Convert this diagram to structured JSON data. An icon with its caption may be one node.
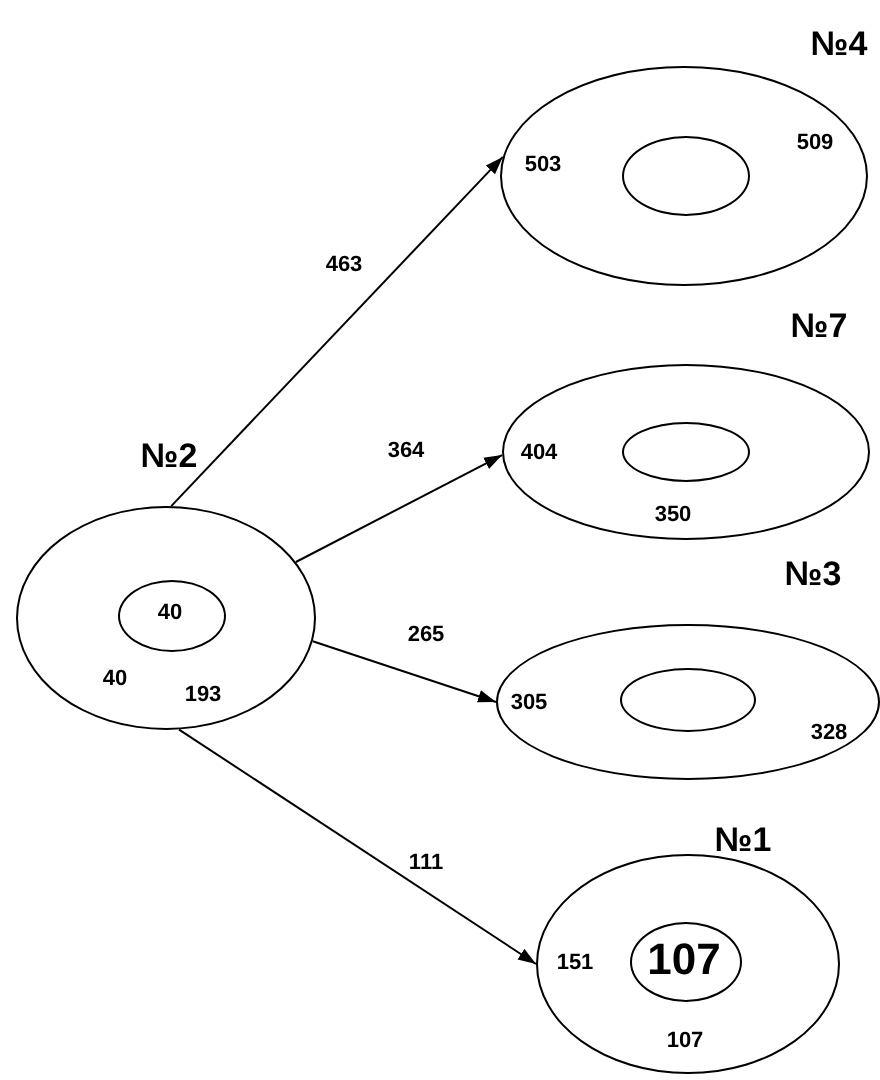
{
  "diagram": {
    "nodes": [
      {
        "text": [
          "№2",
          "40",
          "193"
        ]
      },
      {
        "text": [
          "40"
        ],
        "in": 0
      },
      {
        "text": [
          "№4",
          "503",
          "509"
        ]
      },
      {
        "text": [],
        "shape": "ellipse",
        "in": 2
      },
      {
        "text": [
          "№7",
          "404",
          "350"
        ]
      },
      {
        "text": [],
        "shape": "ellipse",
        "in": 4
      },
      {
        "text": [
          "№3",
          "305",
          "328"
        ]
      },
      {
        "text": [],
        "shape": "ellipse",
        "in": 6
      },
      {
        "text": [
          "№1",
          "151",
          "107"
        ]
      },
      {
        "text": [
          "107"
        ],
        "in": 8
      }
    ],
    "edges": [
      {
        "from": 0,
        "to": 2,
        "arrow": "to",
        "label": "463"
      },
      {
        "from": 0,
        "to": 4,
        "arrow": "to",
        "label": "364"
      },
      {
        "from": 0,
        "to": 6,
        "arrow": "to",
        "label": "265"
      },
      {
        "from": 0,
        "to": 8,
        "arrow": "to",
        "label": "111"
      }
    ]
  }
}
